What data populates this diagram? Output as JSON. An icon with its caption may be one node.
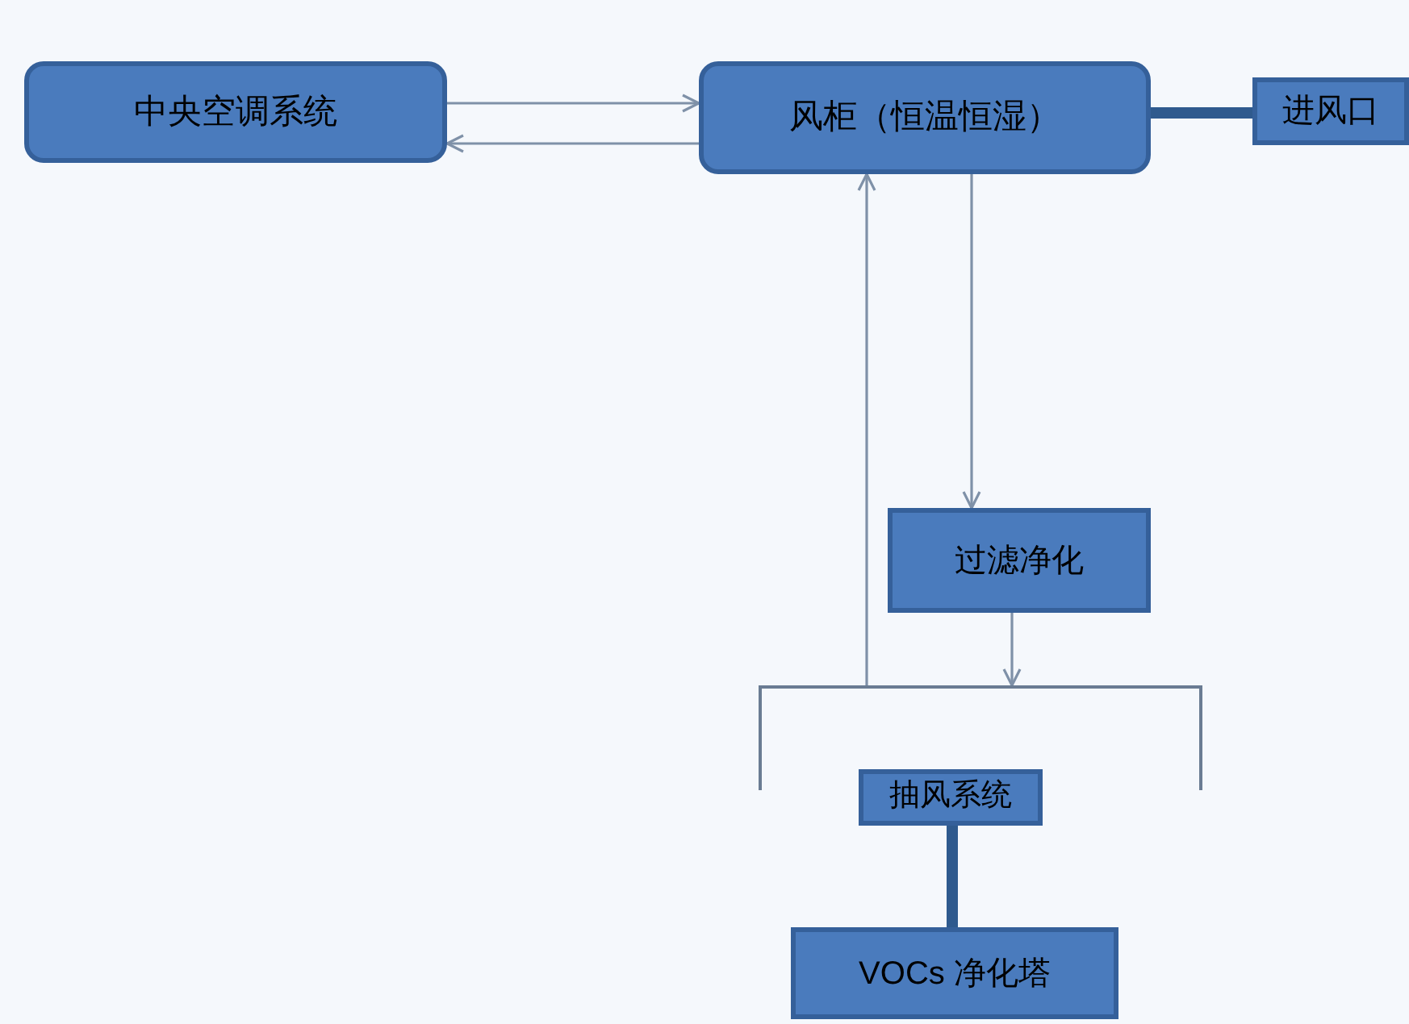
{
  "diagram": {
    "nodes": [
      {
        "text": [
          "中央空调系统"
        ]
      },
      {
        "text": [
          "风柜（恒温恒湿）"
        ]
      },
      {
        "text": [
          "进风口"
        ]
      },
      {
        "text": [
          "过滤净化"
        ]
      },
      {
        "text": [],
        "shape": "box"
      },
      {
        "text": [
          "抽风系统"
        ]
      },
      {
        "text": [
          "VOCs 净化塔"
        ]
      }
    ],
    "edges": [
      {
        "from": 0,
        "to": 1,
        "arrow": "to"
      },
      {
        "from": 1,
        "to": 0,
        "arrow": "to"
      },
      {
        "from": 2,
        "to": 1,
        "arrow": "none",
        "style": "thick",
        "color": "#2f5a8e"
      },
      {
        "from": 1,
        "to": 3,
        "arrow": "to"
      },
      {
        "from": 3,
        "to": 4,
        "arrow": "to"
      },
      {
        "from": 4,
        "to": 1,
        "arrow": "to"
      },
      {
        "from": 5,
        "to": 6,
        "arrow": "none",
        "style": "thick",
        "color": "#2f5a8e"
      }
    ]
  }
}
